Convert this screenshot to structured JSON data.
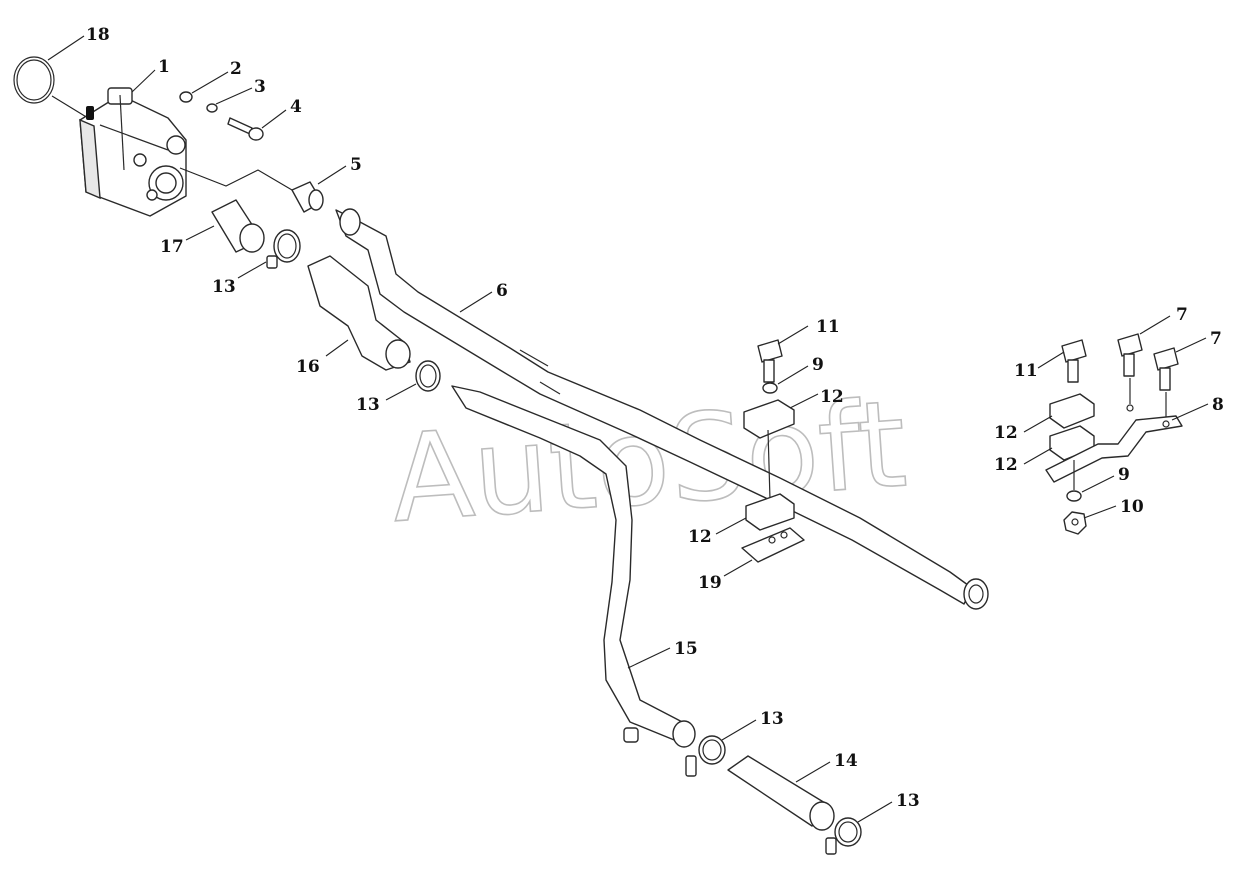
{
  "watermark": "AutoSoft",
  "callouts": {
    "c18": "18",
    "c1": "1",
    "c2": "2",
    "c3": "3",
    "c4": "4",
    "c5": "5",
    "c17": "17",
    "c13a": "13",
    "c6": "6",
    "c16": "16",
    "c13b": "13",
    "c11a": "11",
    "c9a": "9",
    "c12a": "12",
    "c12b": "12",
    "c19": "19",
    "c15": "15",
    "c13c": "13",
    "c14": "14",
    "c13d": "13",
    "c11b": "11",
    "c7a": "7",
    "c7b": "7",
    "c12c": "12",
    "c12d": "12",
    "c8": "8",
    "c9b": "9",
    "c10": "10"
  }
}
